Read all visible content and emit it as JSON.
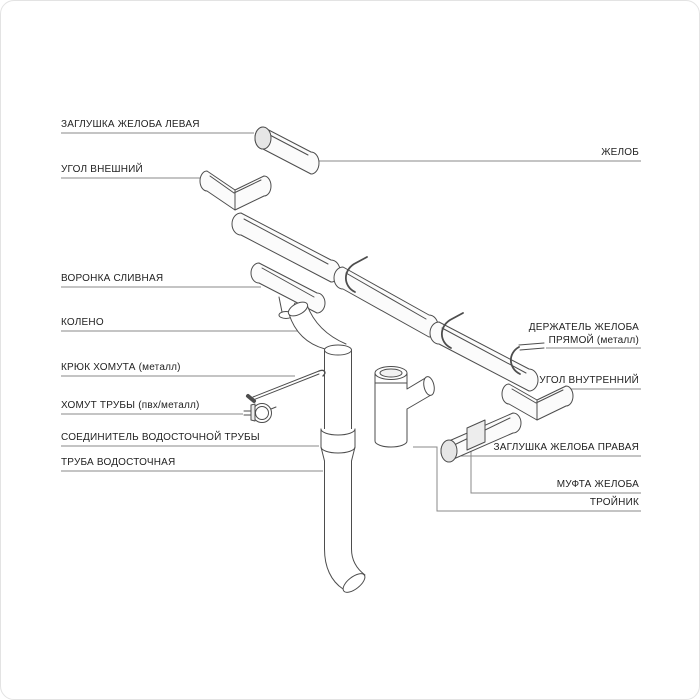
{
  "diagram": {
    "colors": {
      "background": "#ffffff",
      "part_line": "#4d4d4d",
      "leader_line": "#8a8a8a",
      "label_text": "#1f1f1f",
      "cap_fill": "#e6e6e6"
    },
    "labels_left": [
      {
        "id": "gutter-end-cap-left",
        "text": "ЗАГЛУШКА ЖЕЛОБА ЛЕВАЯ"
      },
      {
        "id": "corner-external",
        "text": "УГОЛ ВНЕШНИЙ"
      },
      {
        "id": "funnel",
        "text": "ВОРОНКА СЛИВНАЯ"
      },
      {
        "id": "elbow",
        "text": "КОЛЕНО"
      },
      {
        "id": "clamp-hook",
        "text": "КРЮК ХОМУТА (металл)"
      },
      {
        "id": "pipe-clamp",
        "text": "ХОМУТ ТРУБЫ (пвх/металл)"
      },
      {
        "id": "pipe-connector",
        "text": "СОЕДИНИТЕЛЬ ВОДОСТОЧНОЙ ТРУБЫ"
      },
      {
        "id": "downpipe",
        "text": "ТРУБА ВОДОСТОЧНАЯ"
      }
    ],
    "labels_right": [
      {
        "id": "gutter",
        "text": "ЖЕЛОБ"
      },
      {
        "id": "gutter-holder",
        "text": "ДЕРЖАТЕЛЬ ЖЕЛОБА\nПРЯМОЙ (металл)"
      },
      {
        "id": "corner-internal",
        "text": "УГОЛ ВНУТРЕННИЙ"
      },
      {
        "id": "gutter-end-cap-right",
        "text": "ЗАГЛУШКА ЖЕЛОБА ПРАВАЯ"
      },
      {
        "id": "gutter-coupling",
        "text": "МУФТА ЖЕЛОБА"
      },
      {
        "id": "tee",
        "text": "ТРОЙНИК"
      }
    ]
  }
}
